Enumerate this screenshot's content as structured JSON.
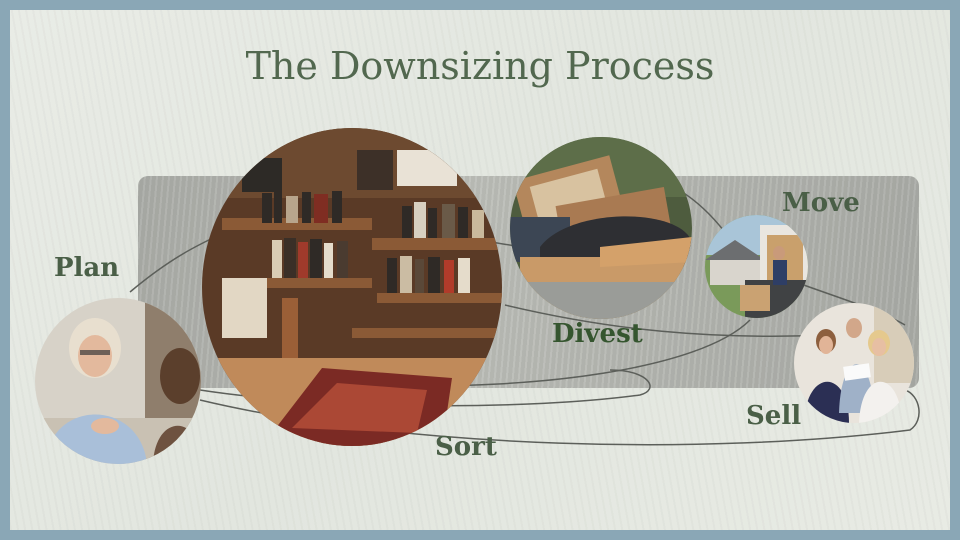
{
  "slide": {
    "title": "The Downsizing Process",
    "steps": {
      "plan": "Plan",
      "sort": "Sort",
      "divest": "Divest",
      "sell": "Sell",
      "move": "Move"
    }
  },
  "colors": {
    "title": "#52684f",
    "label": "#4a5f47",
    "divest_label": "#35552f",
    "background": "#e6e9e3",
    "band": "#b3b5b0",
    "frame": "#8aa7b6"
  },
  "images": {
    "plan": "photo of two women talking",
    "sort": "photo of cluttered bookshelves",
    "divest": "photo of framed pictures and guitar",
    "move": "photo of mover with boxes",
    "sell": "photo of couple with agent"
  }
}
